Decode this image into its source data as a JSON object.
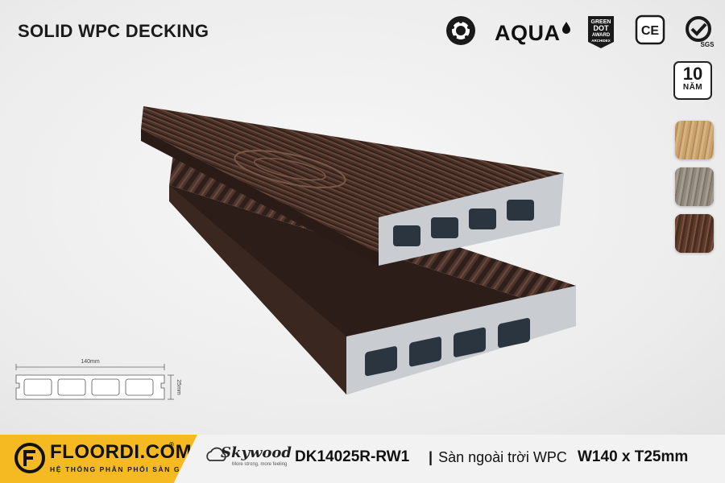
{
  "title": "SOLID WPC DECKING",
  "certifications": {
    "aqua": "AQUA",
    "green_dot": [
      "GREEN",
      "DOT",
      "AWARD",
      "ARCHIDEX"
    ],
    "ce": "CE",
    "sgs": "SGS"
  },
  "warranty": {
    "number": "10",
    "unit": "NĂM"
  },
  "color_swatches": [
    {
      "name": "light-teak",
      "color": "#c9a26d"
    },
    {
      "name": "grey-oak",
      "color": "#8f887b"
    },
    {
      "name": "dark-walnut",
      "color": "#5b3a2c"
    }
  ],
  "diagram": {
    "width_label": "140mm",
    "height_label": "25mm"
  },
  "footer": {
    "brand_name": "FLOORDI.COM",
    "brand_reg": "®",
    "brand_tagline": "HỆ THỐNG PHÂN PHỐI SÀN GỖ",
    "partner_name": "Skywood",
    "partner_tagline": "More strong, more feeling",
    "product_code": "DK14025R-RW1",
    "separator": "|",
    "product_desc": "Sàn ngoài trời WPC",
    "dimensions": "W140 x T25mm"
  },
  "colors": {
    "accent": "#f5b921",
    "board_dark": "#4a3128",
    "board_core": "#c9ccd0"
  }
}
